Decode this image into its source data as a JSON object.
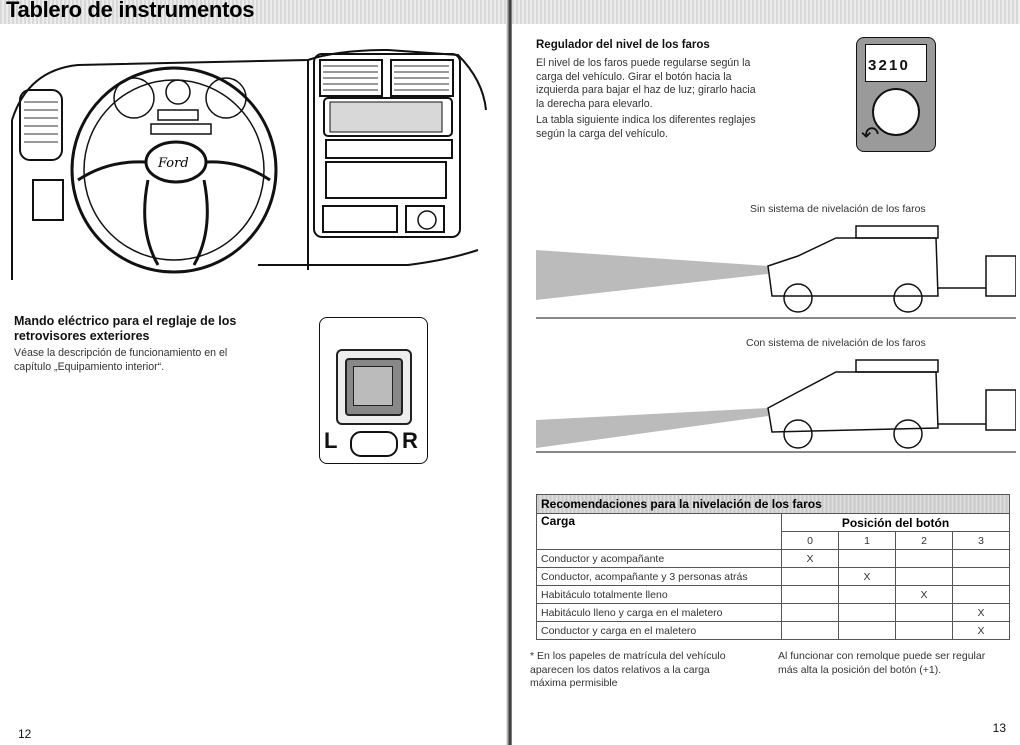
{
  "left_page": {
    "title": "Tablero de instrumentos",
    "section_heading": "Mando eléctrico para el reglaje de los retrovisores exteriores",
    "section_body": "Véase la descripción de funcionamiento en el capítulo „Equipamiento interior“.",
    "mirror_labels": {
      "left": "L",
      "right": "R"
    },
    "steering_logo": "Ford",
    "page_number": "12"
  },
  "right_page": {
    "heading": "Regulador del nivel de los faros",
    "para1": "El nivel de los faros puede regularse según la carga del vehículo. Girar el botón hacia la izquierda para bajar el haz de luz; girarlo hacia la derecha para elevarlo.",
    "para2": "La tabla siguiente indica los diferentes reglajes según la carga del vehículo.",
    "dial_digits": "3 2 1 0",
    "caption_without": "Sin sistema de nivelación de los faros",
    "caption_with": "Con sistema de nivelación de los faros",
    "table": {
      "title": "Recomendaciones para la nivelación de los faros",
      "col_load": "Carga",
      "col_position": "Posición del botón",
      "positions": [
        "0",
        "1",
        "2",
        "3"
      ],
      "rows": [
        {
          "label": "Conductor y acompañante",
          "marks": [
            "X",
            "",
            "",
            ""
          ]
        },
        {
          "label": "Conductor, acompañante y 3 personas atrás",
          "marks": [
            "",
            "X",
            "",
            ""
          ]
        },
        {
          "label": "Habitáculo totalmente lleno",
          "marks": [
            "",
            "",
            "X",
            ""
          ]
        },
        {
          "label": "Habitáculo lleno y carga en el maletero",
          "marks": [
            "",
            "",
            "",
            "X"
          ]
        },
        {
          "label": "Conductor y carga en el maletero",
          "marks": [
            "",
            "",
            "",
            "X"
          ]
        }
      ]
    },
    "footnote_left": "* En los papeles de matrícula del vehículo aparecen los datos relativos a la carga máxima permisible",
    "footnote_right": "Al funcionar con remolque puede ser regular más alta la posición del botón (+1).",
    "page_number": "13"
  }
}
